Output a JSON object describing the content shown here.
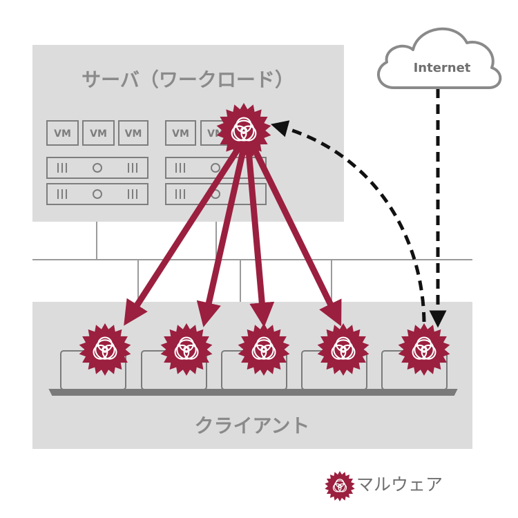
{
  "server_zone": {
    "label": "サーバ（ワークロード）"
  },
  "client_zone": {
    "label": "クライアント"
  },
  "internet": {
    "label": "Internet"
  },
  "vm_label": "VM",
  "legend": {
    "label": "マルウェア",
    "icon": "malware-biohazard-icon"
  },
  "colors": {
    "zone_fill": "#dcdcdd",
    "malware": "#9b1f3e",
    "arrow": "#9b1f3e",
    "dashed": "#111111",
    "device_stroke": "#7a7a7a",
    "network_line": "#9a9a9a"
  }
}
